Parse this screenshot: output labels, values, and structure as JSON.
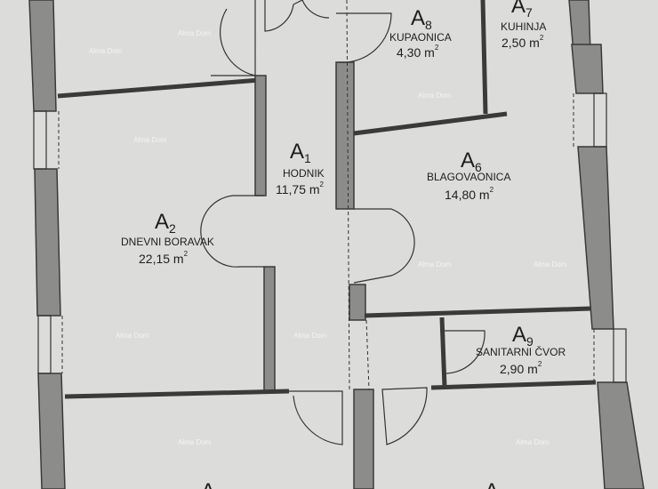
{
  "watermark": "Alma Dom",
  "rooms": [
    {
      "letter": "A",
      "sub": "8",
      "name": "KUPAONICA",
      "area": "4,30 m",
      "unit_sup": "2"
    },
    {
      "letter": "A",
      "sub": "7",
      "name": "KUHINJA",
      "area": "2,50 m",
      "unit_sup": "2"
    },
    {
      "letter": "A",
      "sub": "1",
      "name": "HODNIK",
      "area": "11,75 m",
      "unit_sup": "2"
    },
    {
      "letter": "A",
      "sub": "6",
      "name": "BLAGOVAONICA",
      "area": "14,80 m",
      "unit_sup": "2"
    },
    {
      "letter": "A",
      "sub": "2",
      "name": "DNEVNI BORAVAK",
      "area": "22,15 m",
      "unit_sup": "2"
    },
    {
      "letter": "A",
      "sub": "9",
      "name": "SANITARNI ČVOR",
      "area": "2,90 m",
      "unit_sup": "2"
    }
  ],
  "partial_labels": [
    "A",
    "A"
  ]
}
